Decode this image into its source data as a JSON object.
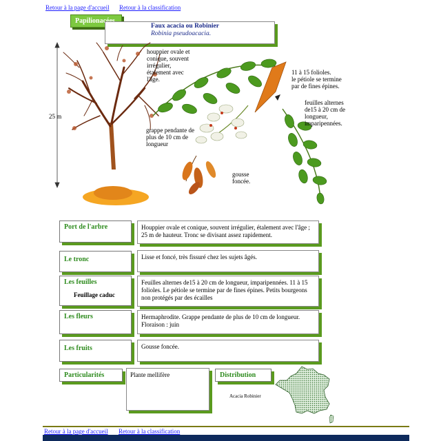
{
  "nav_top": {
    "home": "Retour à la page d'accueil",
    "classification": "Retour  à la classification"
  },
  "family": "Papilionacées",
  "species": {
    "common_name": "Faux acacia ou Robinier",
    "latin_name": "Robinia pseudoacacia."
  },
  "annotations": {
    "crown": "houppier ovale et\nconique, souvent\nirrégulier,\nétalement avec\nl'âge.",
    "height": "25 m",
    "leaflets": "11 à 15 folioles.\nle pétiole se termine\npar de fines épines.",
    "leaves": "feuilles alternes\nde15 à 20 cm de\nlongueur,\nimparipennées.",
    "cluster": "grappe pendante de\nplus de 10 cm de\nlongueur",
    "pod": "gousse\nfoncée."
  },
  "sections": [
    {
      "label": "Port  de l'arbre",
      "text": "Houppier ovale et conique, souvent irrégulier, étalement avec l'âge ; 25 m de hauteur. Tronc se divisant assez rapidement."
    },
    {
      "label": "Le tronc",
      "text": "Lisse et foncé, très fissuré chez les sujets âgés."
    },
    {
      "label": "Les feuilles",
      "sublabel": "Feuillage caduc",
      "text": "Feuilles alternes de15 à 20 cm de longueur, imparipennées. 11 à 15 folioles. Le pétiole se termine par de fines épines. Petits bourgeons non protégés par des écailles"
    },
    {
      "label": "Les fleurs",
      "text": "Hermaphrodite. Grappe pendante de plus de 10 cm de longueur. Floraison : juin"
    },
    {
      "label": "Les fruits",
      "text": "Gousse  foncée."
    }
  ],
  "particularites": {
    "label": "Particularités",
    "text": "Plante mellifère"
  },
  "distribution": {
    "label": "Distribution",
    "map_caption": "Acacia Robinier"
  },
  "nav_bottom": {
    "home": "Retour à la page d'accueil",
    "classification": "Retour  à la classification"
  },
  "colors": {
    "accent_green": "#5a9a1e",
    "label_green": "#2e8b1e",
    "footer_olive": "#7a7a14",
    "footer_navy": "#0e2a5c"
  }
}
